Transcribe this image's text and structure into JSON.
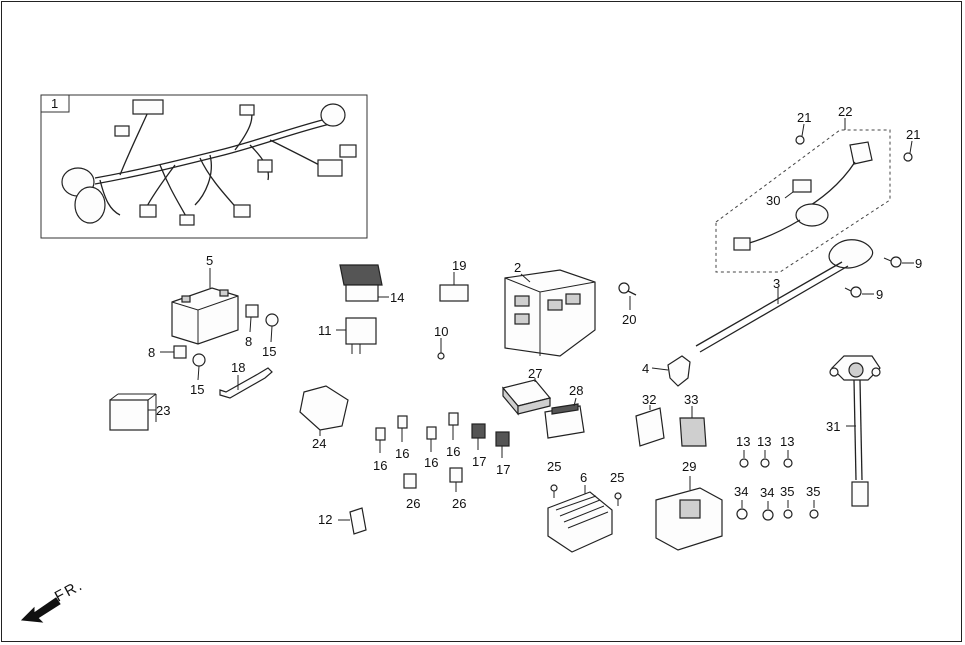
{
  "diagram": {
    "callouts": {
      "c1": "1",
      "c2": "2",
      "c3": "3",
      "c4": "4",
      "c5": "5",
      "c6": "6",
      "c8a": "8",
      "c8b": "8",
      "c9a": "9",
      "c9b": "9",
      "c10": "10",
      "c11": "11",
      "c12": "12",
      "c13a": "13",
      "c13b": "13",
      "c13c": "13",
      "c14": "14",
      "c15a": "15",
      "c15b": "15",
      "c16a": "16",
      "c16b": "16",
      "c16c": "16",
      "c16d": "16",
      "c17a": "17",
      "c17b": "17",
      "c18": "18",
      "c19": "19",
      "c20": "20",
      "c21a": "21",
      "c21b": "21",
      "c22": "22",
      "c23": "23",
      "c24": "24",
      "c25a": "25",
      "c25b": "25",
      "c26a": "26",
      "c26b": "26",
      "c27": "27",
      "c28": "28",
      "c29": "29",
      "c30": "30",
      "c31": "31",
      "c32": "32",
      "c33": "33",
      "c34a": "34",
      "c34b": "34",
      "c35a": "35",
      "c35b": "35"
    },
    "front_indicator": "FR."
  }
}
